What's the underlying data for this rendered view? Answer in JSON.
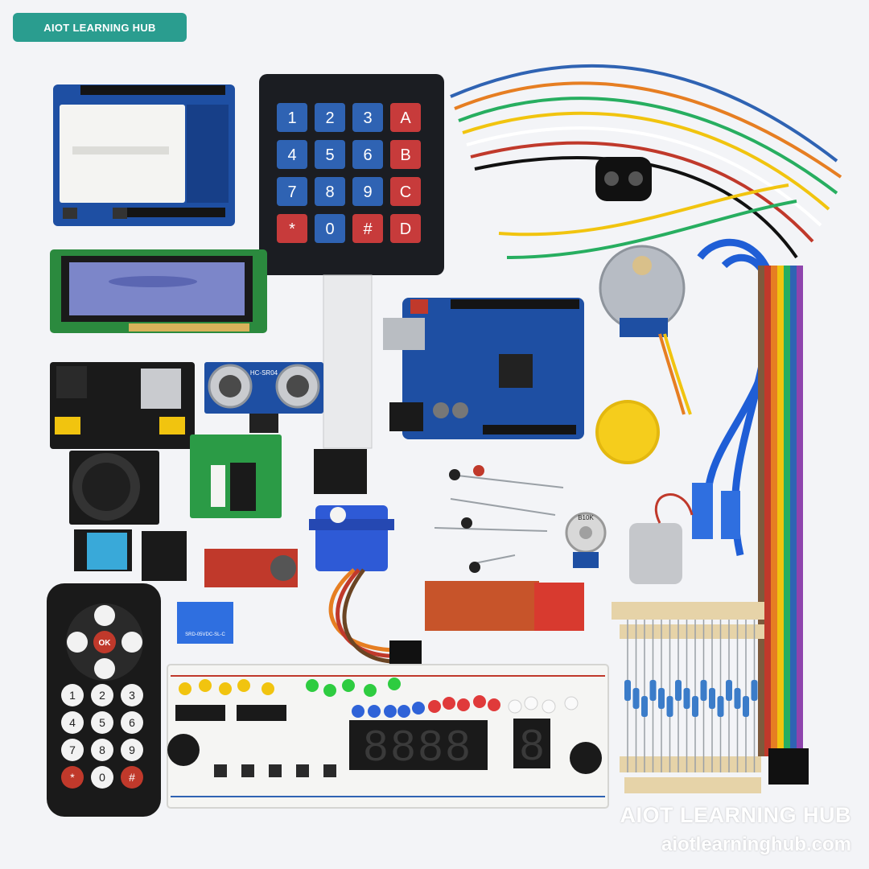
{
  "header": {
    "badge_label": "AIOT LEARNING HUB"
  },
  "keypad": {
    "keys": [
      "1",
      "2",
      "3",
      "A",
      "4",
      "5",
      "6",
      "B",
      "7",
      "8",
      "9",
      "C",
      "*",
      "0",
      "#",
      "D"
    ],
    "colors": {
      "numeric": "#2f63b3",
      "letter": "#c73b3b",
      "body": "#1b1d22"
    }
  },
  "remote": {
    "ok_label": "OK",
    "keys": [
      "1",
      "2",
      "3",
      "4",
      "5",
      "6",
      "7",
      "8",
      "9",
      "*",
      "0",
      "#"
    ]
  },
  "ultrasonic": {
    "label": "HC-SR04"
  },
  "potentiometer": {
    "label": "B10K"
  },
  "relay": {
    "label": "SRD-05VDC-SL-C"
  },
  "seven_segment": {
    "four_digit": "8888",
    "single_digit": "8"
  },
  "watermark": {
    "brand": "AIOT LEARNING HUB",
    "url": "aiotlearninghub.com"
  },
  "colors": {
    "accent": "#2a9d8f",
    "board_blue": "#1e4fa3",
    "background": "#f3f4f7"
  }
}
